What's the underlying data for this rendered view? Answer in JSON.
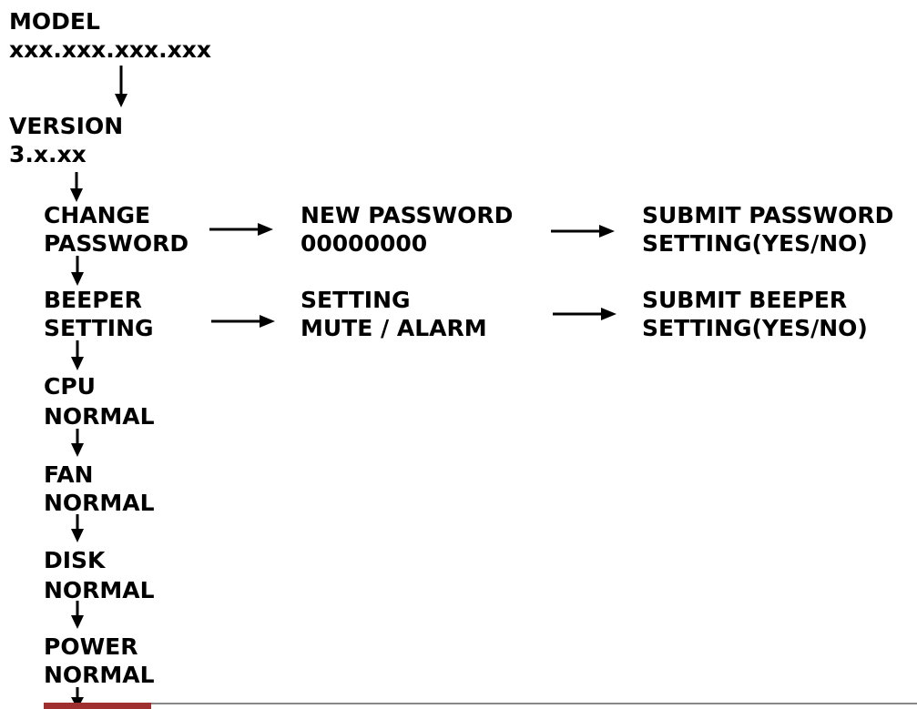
{
  "colors": {
    "text": "#000000",
    "arrow": "#000000",
    "bottom_accent": "#a03030",
    "bottom_rule": "#888888"
  },
  "nodes": {
    "model": {
      "line1": "MODEL",
      "line2": "xxx.xxx.xxx.xxx"
    },
    "version": {
      "line1": "VERSION",
      "line2": "3.x.xx"
    },
    "change_password": {
      "line1": "CHANGE",
      "line2": "PASSWORD"
    },
    "new_password": {
      "line1": "NEW PASSWORD",
      "line2": "00000000"
    },
    "submit_password": {
      "line1": "SUBMIT PASSWORD",
      "line2": "SETTING(YES/NO)"
    },
    "beeper_setting": {
      "line1": "BEEPER",
      "line2": "SETTING"
    },
    "setting_mute": {
      "line1": "SETTING",
      "line2": "MUTE / ALARM"
    },
    "submit_beeper": {
      "line1": "SUBMIT BEEPER",
      "line2": "SETTING(YES/NO)"
    },
    "cpu": {
      "line1": "CPU",
      "line2": "NORMAL"
    },
    "fan": {
      "line1": "FAN",
      "line2": "NORMAL"
    },
    "disk": {
      "line1": "DISK",
      "line2": "NORMAL"
    },
    "power": {
      "line1": "POWER",
      "line2": "NORMAL"
    }
  }
}
